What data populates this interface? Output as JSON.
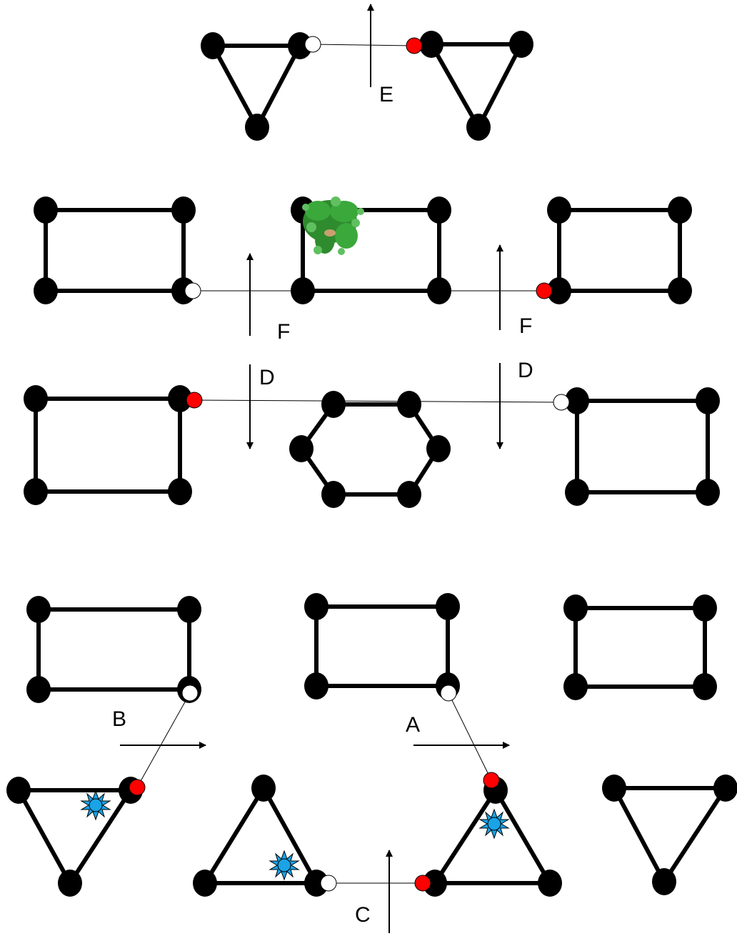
{
  "labels": {
    "e": "E",
    "f_left": "F",
    "f_right": "F",
    "d_left": "D",
    "d_right": "D",
    "b": "B",
    "a": "A",
    "c": "C"
  },
  "colors": {
    "node": "#000000",
    "edge": "#000000",
    "linker_red": "#ff0000",
    "linker_white": "#ffffff",
    "star": "#1aa3e6",
    "plant": "#2e8b2e"
  },
  "icons": {
    "plant": "potted-plant-icon",
    "star": "blue-star-icon"
  }
}
